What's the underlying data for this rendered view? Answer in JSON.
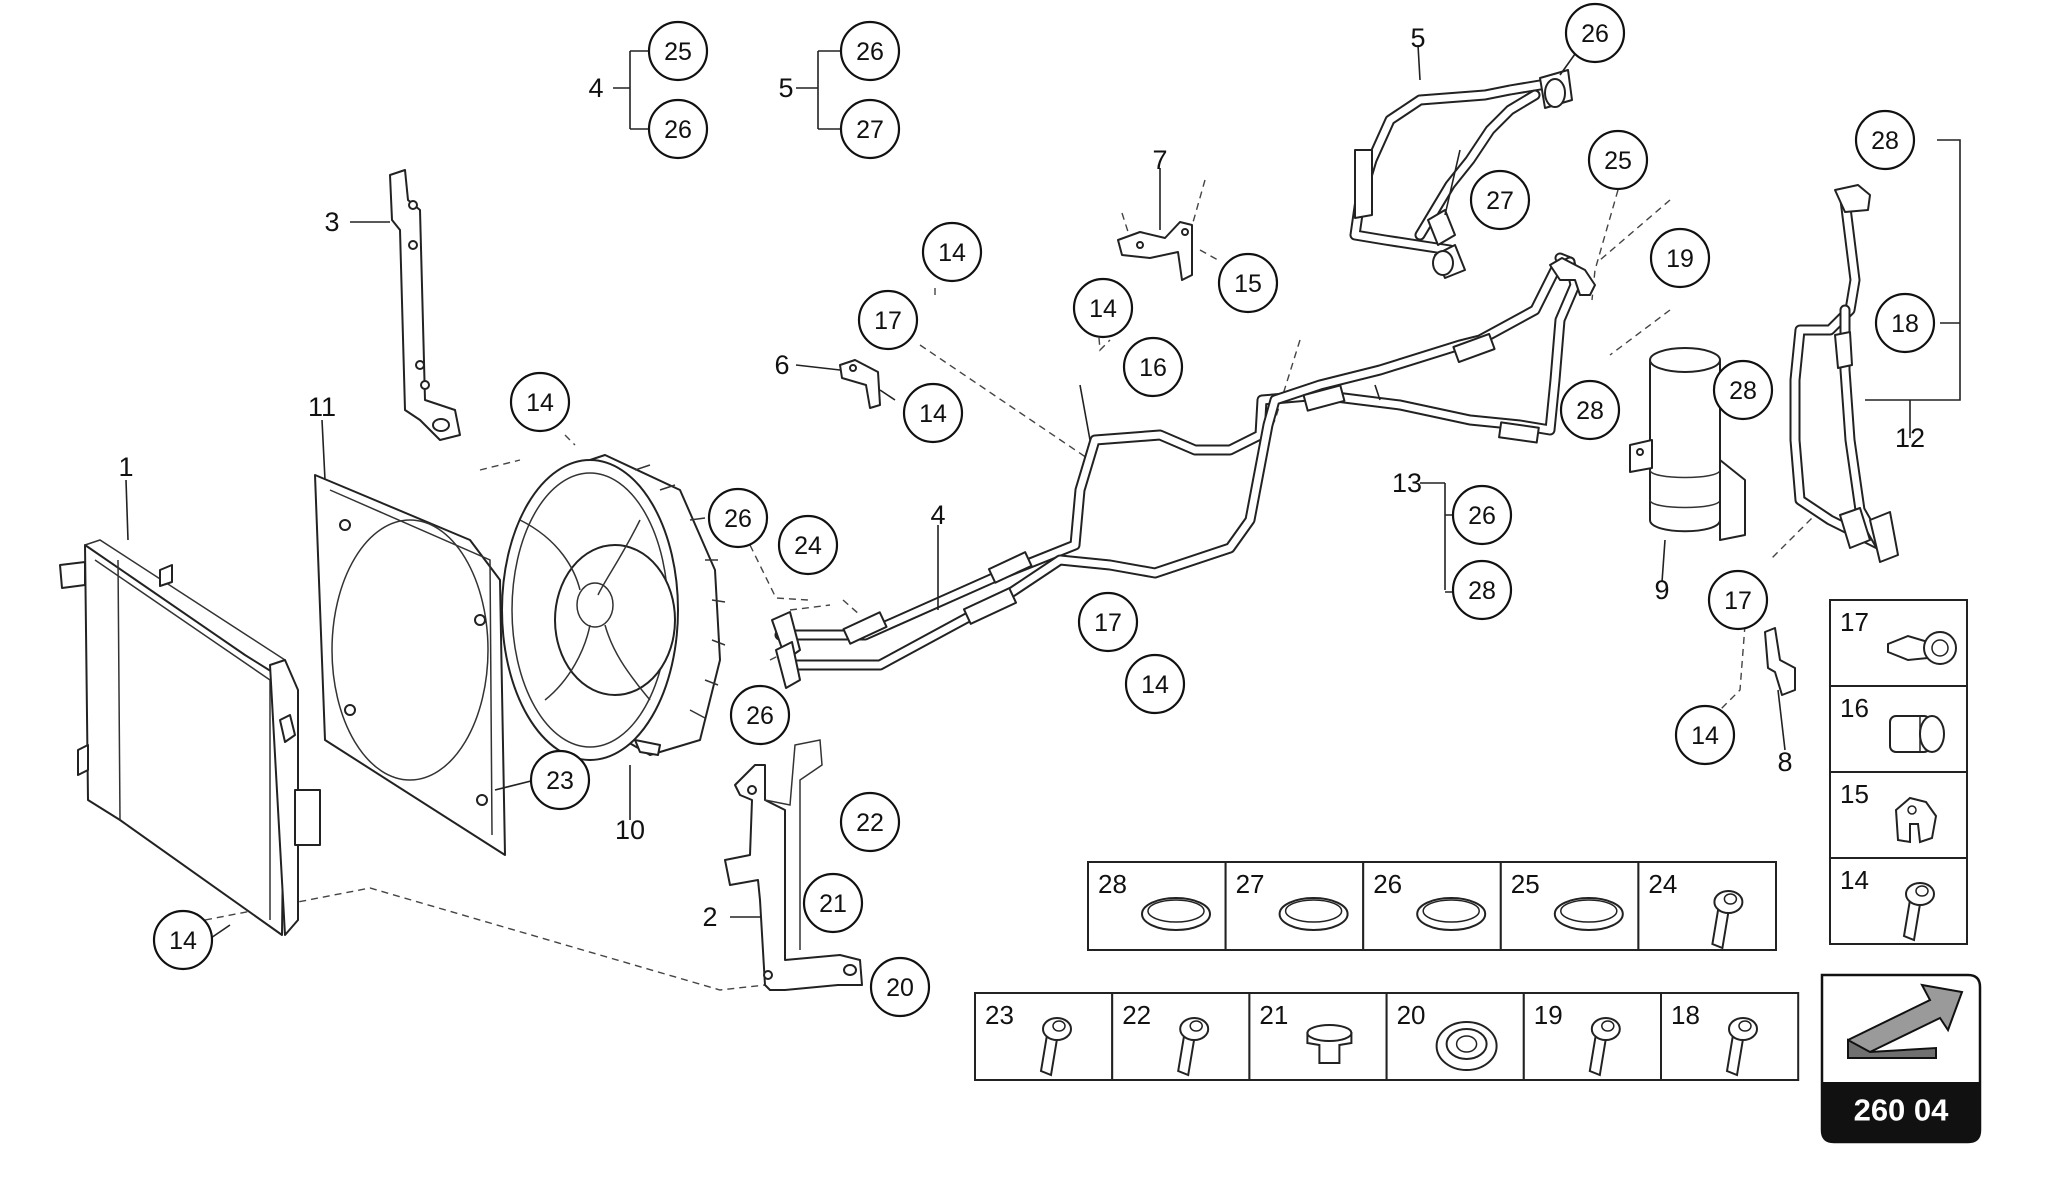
{
  "diagram": {
    "callouts": [
      {
        "id": "c1",
        "text": "25"
      },
      {
        "id": "c2",
        "text": "26"
      },
      {
        "id": "c3",
        "text": "26"
      },
      {
        "id": "c4",
        "text": "27"
      },
      {
        "id": "c5",
        "text": "26"
      },
      {
        "id": "c6",
        "text": "27"
      },
      {
        "id": "c7",
        "text": "25"
      },
      {
        "id": "c8",
        "text": "19"
      },
      {
        "id": "c9",
        "text": "28"
      },
      {
        "id": "c10",
        "text": "28"
      },
      {
        "id": "c11",
        "text": "18"
      },
      {
        "id": "c12",
        "text": "28"
      },
      {
        "id": "c13",
        "text": "14"
      },
      {
        "id": "c14",
        "text": "17"
      },
      {
        "id": "c15",
        "text": "14"
      },
      {
        "id": "c16",
        "text": "15"
      },
      {
        "id": "c17",
        "text": "14"
      },
      {
        "id": "c18",
        "text": "16"
      },
      {
        "id": "c19",
        "text": "14"
      },
      {
        "id": "c20",
        "text": "26"
      },
      {
        "id": "c21",
        "text": "24"
      },
      {
        "id": "c22",
        "text": "26"
      },
      {
        "id": "c23",
        "text": "17"
      },
      {
        "id": "c24",
        "text": "14"
      },
      {
        "id": "c25",
        "text": "26"
      },
      {
        "id": "c26",
        "text": "28"
      },
      {
        "id": "c27",
        "text": "17"
      },
      {
        "id": "c28",
        "text": "14"
      },
      {
        "id": "c29",
        "text": "23"
      },
      {
        "id": "c30",
        "text": "22"
      },
      {
        "id": "c31",
        "text": "21"
      },
      {
        "id": "c32",
        "text": "20"
      },
      {
        "id": "c33",
        "text": "14"
      }
    ],
    "labels": [
      {
        "id": "l1",
        "text": "4"
      },
      {
        "id": "l2",
        "text": "5"
      },
      {
        "id": "l3",
        "text": "5"
      },
      {
        "id": "l4",
        "text": "3"
      },
      {
        "id": "l5",
        "text": "7"
      },
      {
        "id": "l6",
        "text": "6"
      },
      {
        "id": "l7",
        "text": "11"
      },
      {
        "id": "l8",
        "text": "1"
      },
      {
        "id": "l9",
        "text": "4"
      },
      {
        "id": "l10",
        "text": "13"
      },
      {
        "id": "l11",
        "text": "12"
      },
      {
        "id": "l12",
        "text": "9"
      },
      {
        "id": "l13",
        "text": "10"
      },
      {
        "id": "l14",
        "text": "2"
      },
      {
        "id": "l15",
        "text": "8"
      }
    ]
  },
  "parts_table_row1": [
    {
      "num": "28",
      "icon": "o-ring-icon"
    },
    {
      "num": "27",
      "icon": "o-ring-icon"
    },
    {
      "num": "26",
      "icon": "o-ring-icon"
    },
    {
      "num": "25",
      "icon": "o-ring-icon"
    },
    {
      "num": "24",
      "icon": "bolt-icon"
    }
  ],
  "parts_table_row2": [
    {
      "num": "23",
      "icon": "bolt-icon"
    },
    {
      "num": "22",
      "icon": "bolt-icon"
    },
    {
      "num": "21",
      "icon": "grommet-icon"
    },
    {
      "num": "20",
      "icon": "bushing-icon"
    },
    {
      "num": "19",
      "icon": "bolt-icon"
    },
    {
      "num": "18",
      "icon": "bolt-icon"
    }
  ],
  "parts_table_side": [
    {
      "num": "17",
      "icon": "pipe-clip-icon"
    },
    {
      "num": "16",
      "icon": "clamp-icon"
    },
    {
      "num": "15",
      "icon": "spring-clip-icon"
    },
    {
      "num": "14",
      "icon": "screw-icon"
    }
  ],
  "reference": {
    "code": "260 04",
    "icon": "direction-arrow-icon"
  },
  "colors": {
    "line": "#222222",
    "badge": "#111111",
    "arrow_fill": "#9a9a9a"
  }
}
